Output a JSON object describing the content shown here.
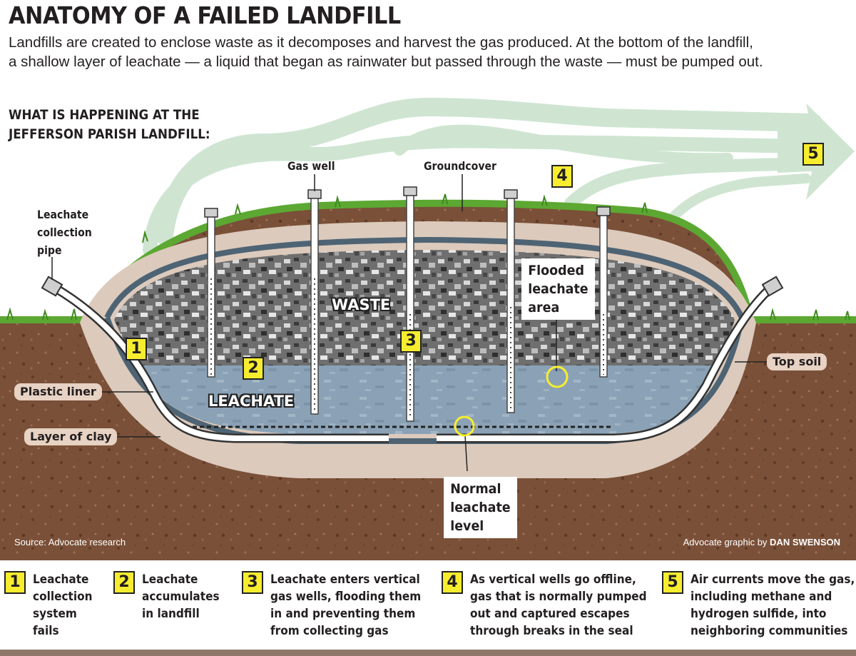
{
  "title": "ANATOMY OF A FAILED LANDFILL",
  "intro": [
    "Landfills are created to enclose waste as it decomposes and harvest the gas produced. At the bottom of the landfill,",
    "a shallow layer of leachate — a liquid that began as rainwater but passed through the waste — must be pumped out."
  ],
  "subhead": [
    "WHAT IS HAPPENING AT THE",
    "JEFFERSON PARISH LANDFILL:"
  ],
  "labels": {
    "leachate_pipe": [
      "Leachate",
      "collection",
      "pipe"
    ],
    "gas_well": "Gas well",
    "groundcover": "Groundcover",
    "plastic_liner": "Plastic liner",
    "clay_layer": "Layer of clay",
    "top_soil": "Top soil",
    "waste": "WASTE",
    "leachate": "LEACHATE",
    "flooded": [
      "Flooded",
      "leachate",
      "area"
    ],
    "normal_level": [
      "Normal",
      "leachate",
      "level"
    ]
  },
  "markers": [
    "1",
    "2",
    "3",
    "4",
    "5"
  ],
  "credits": {
    "source": "Source: Advocate research",
    "graphic_prefix": "Advocate graphic by ",
    "graphic_author": "DAN SWENSON"
  },
  "legend": [
    {
      "num": "1",
      "lines": [
        "Leachate",
        "collection",
        "system",
        "fails"
      ]
    },
    {
      "num": "2",
      "lines": [
        "Leachate",
        "accumulates",
        "in landfill"
      ]
    },
    {
      "num": "3",
      "lines": [
        "Leachate enters vertical",
        "gas wells, flooding them",
        "in and preventing them",
        "from collecting gas"
      ]
    },
    {
      "num": "4",
      "lines": [
        "As vertical wells go offline,",
        "gas that is normally pumped",
        "out and captured escapes",
        "through breaks in the seal"
      ]
    },
    {
      "num": "5",
      "lines": [
        "Air currents move the gas,",
        "including methane and",
        "hydrogen sulfide, into",
        "neighboring communities"
      ]
    }
  ],
  "colors": {
    "soil": "#7a5038",
    "clay": "#dccabc",
    "liner": "#4e6474",
    "leachate": "#8aa3b8",
    "grass": "#5ca832",
    "gas": "#cfe5d2",
    "marker": "#f7ed2f"
  }
}
